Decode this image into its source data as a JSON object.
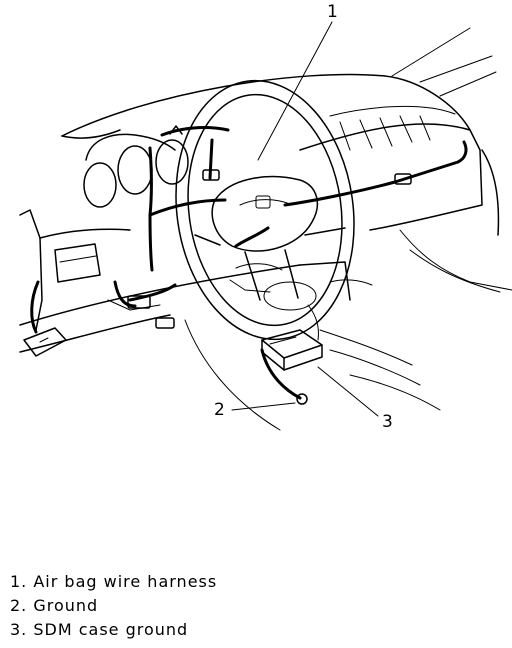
{
  "callouts": [
    {
      "number": "1",
      "target": "air-bag-wire-harness"
    },
    {
      "number": "2",
      "target": "ground"
    },
    {
      "number": "3",
      "target": "sdm-case-ground"
    }
  ],
  "legend": [
    {
      "number": "1.",
      "label": "Air bag wire harness"
    },
    {
      "number": "2.",
      "label": "Ground"
    },
    {
      "number": "3.",
      "label": "SDM case ground"
    }
  ]
}
